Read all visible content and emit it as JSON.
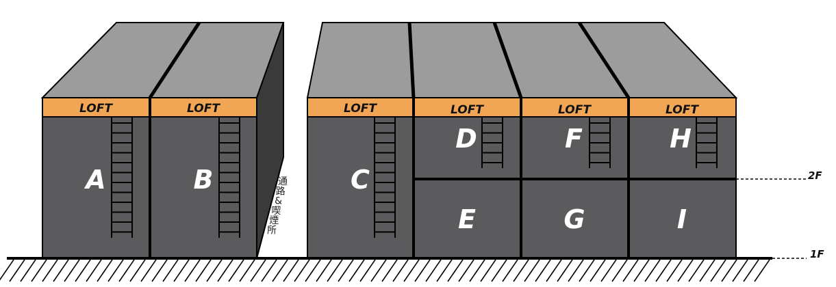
{
  "loft_label": "LOFT",
  "units": {
    "A": "A",
    "B": "B",
    "C": "C",
    "D": "D",
    "E": "E",
    "F": "F",
    "G": "G",
    "H": "H",
    "I": "I"
  },
  "floors": {
    "second": "2F",
    "first": "1F"
  },
  "passage": {
    "chars": [
      "通",
      "路",
      "&",
      "喫",
      "煙",
      "所"
    ]
  },
  "colors": {
    "wall": "#5b5b5d",
    "roof": "#9c9c9c",
    "side": "#3a3a3a",
    "loft": "#f0a655",
    "outline": "#000000",
    "letter": "#ffffff"
  }
}
